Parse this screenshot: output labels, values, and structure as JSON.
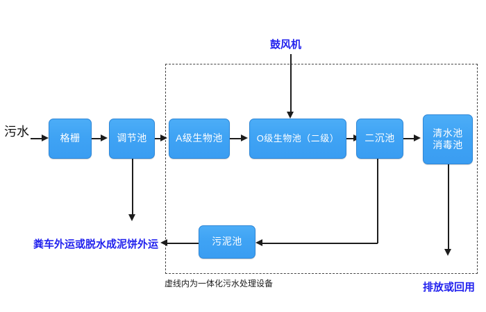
{
  "diagram": {
    "title_note": "",
    "nodes": [
      {
        "id": "grille",
        "label": "格栅"
      },
      {
        "id": "regulating",
        "label": "调节池"
      },
      {
        "id": "a-bio",
        "label": "A级生物池"
      },
      {
        "id": "o-bio",
        "label": "O级生物池（二级）"
      },
      {
        "id": "secondary",
        "label": "二沉池"
      },
      {
        "id": "clearwater",
        "label": "清水池\n消毒池"
      },
      {
        "id": "sludge",
        "label": "污泥池"
      }
    ],
    "labels": {
      "inlet": "污水",
      "blower": "鼓风机",
      "sludge_disposal": "粪车外运或脱水成泥饼外运",
      "discharge": "排放或回用",
      "region_caption": "虚线内为一体化污水处理设备"
    },
    "colors": {
      "node_fill": "#41A5F5",
      "node_border": "#2E86D6",
      "node_text": "#FFFFFF",
      "accent_text": "#2222EE",
      "line": "#1C1C1C",
      "region_border": "#444444",
      "background": "#FFFFFF"
    }
  }
}
